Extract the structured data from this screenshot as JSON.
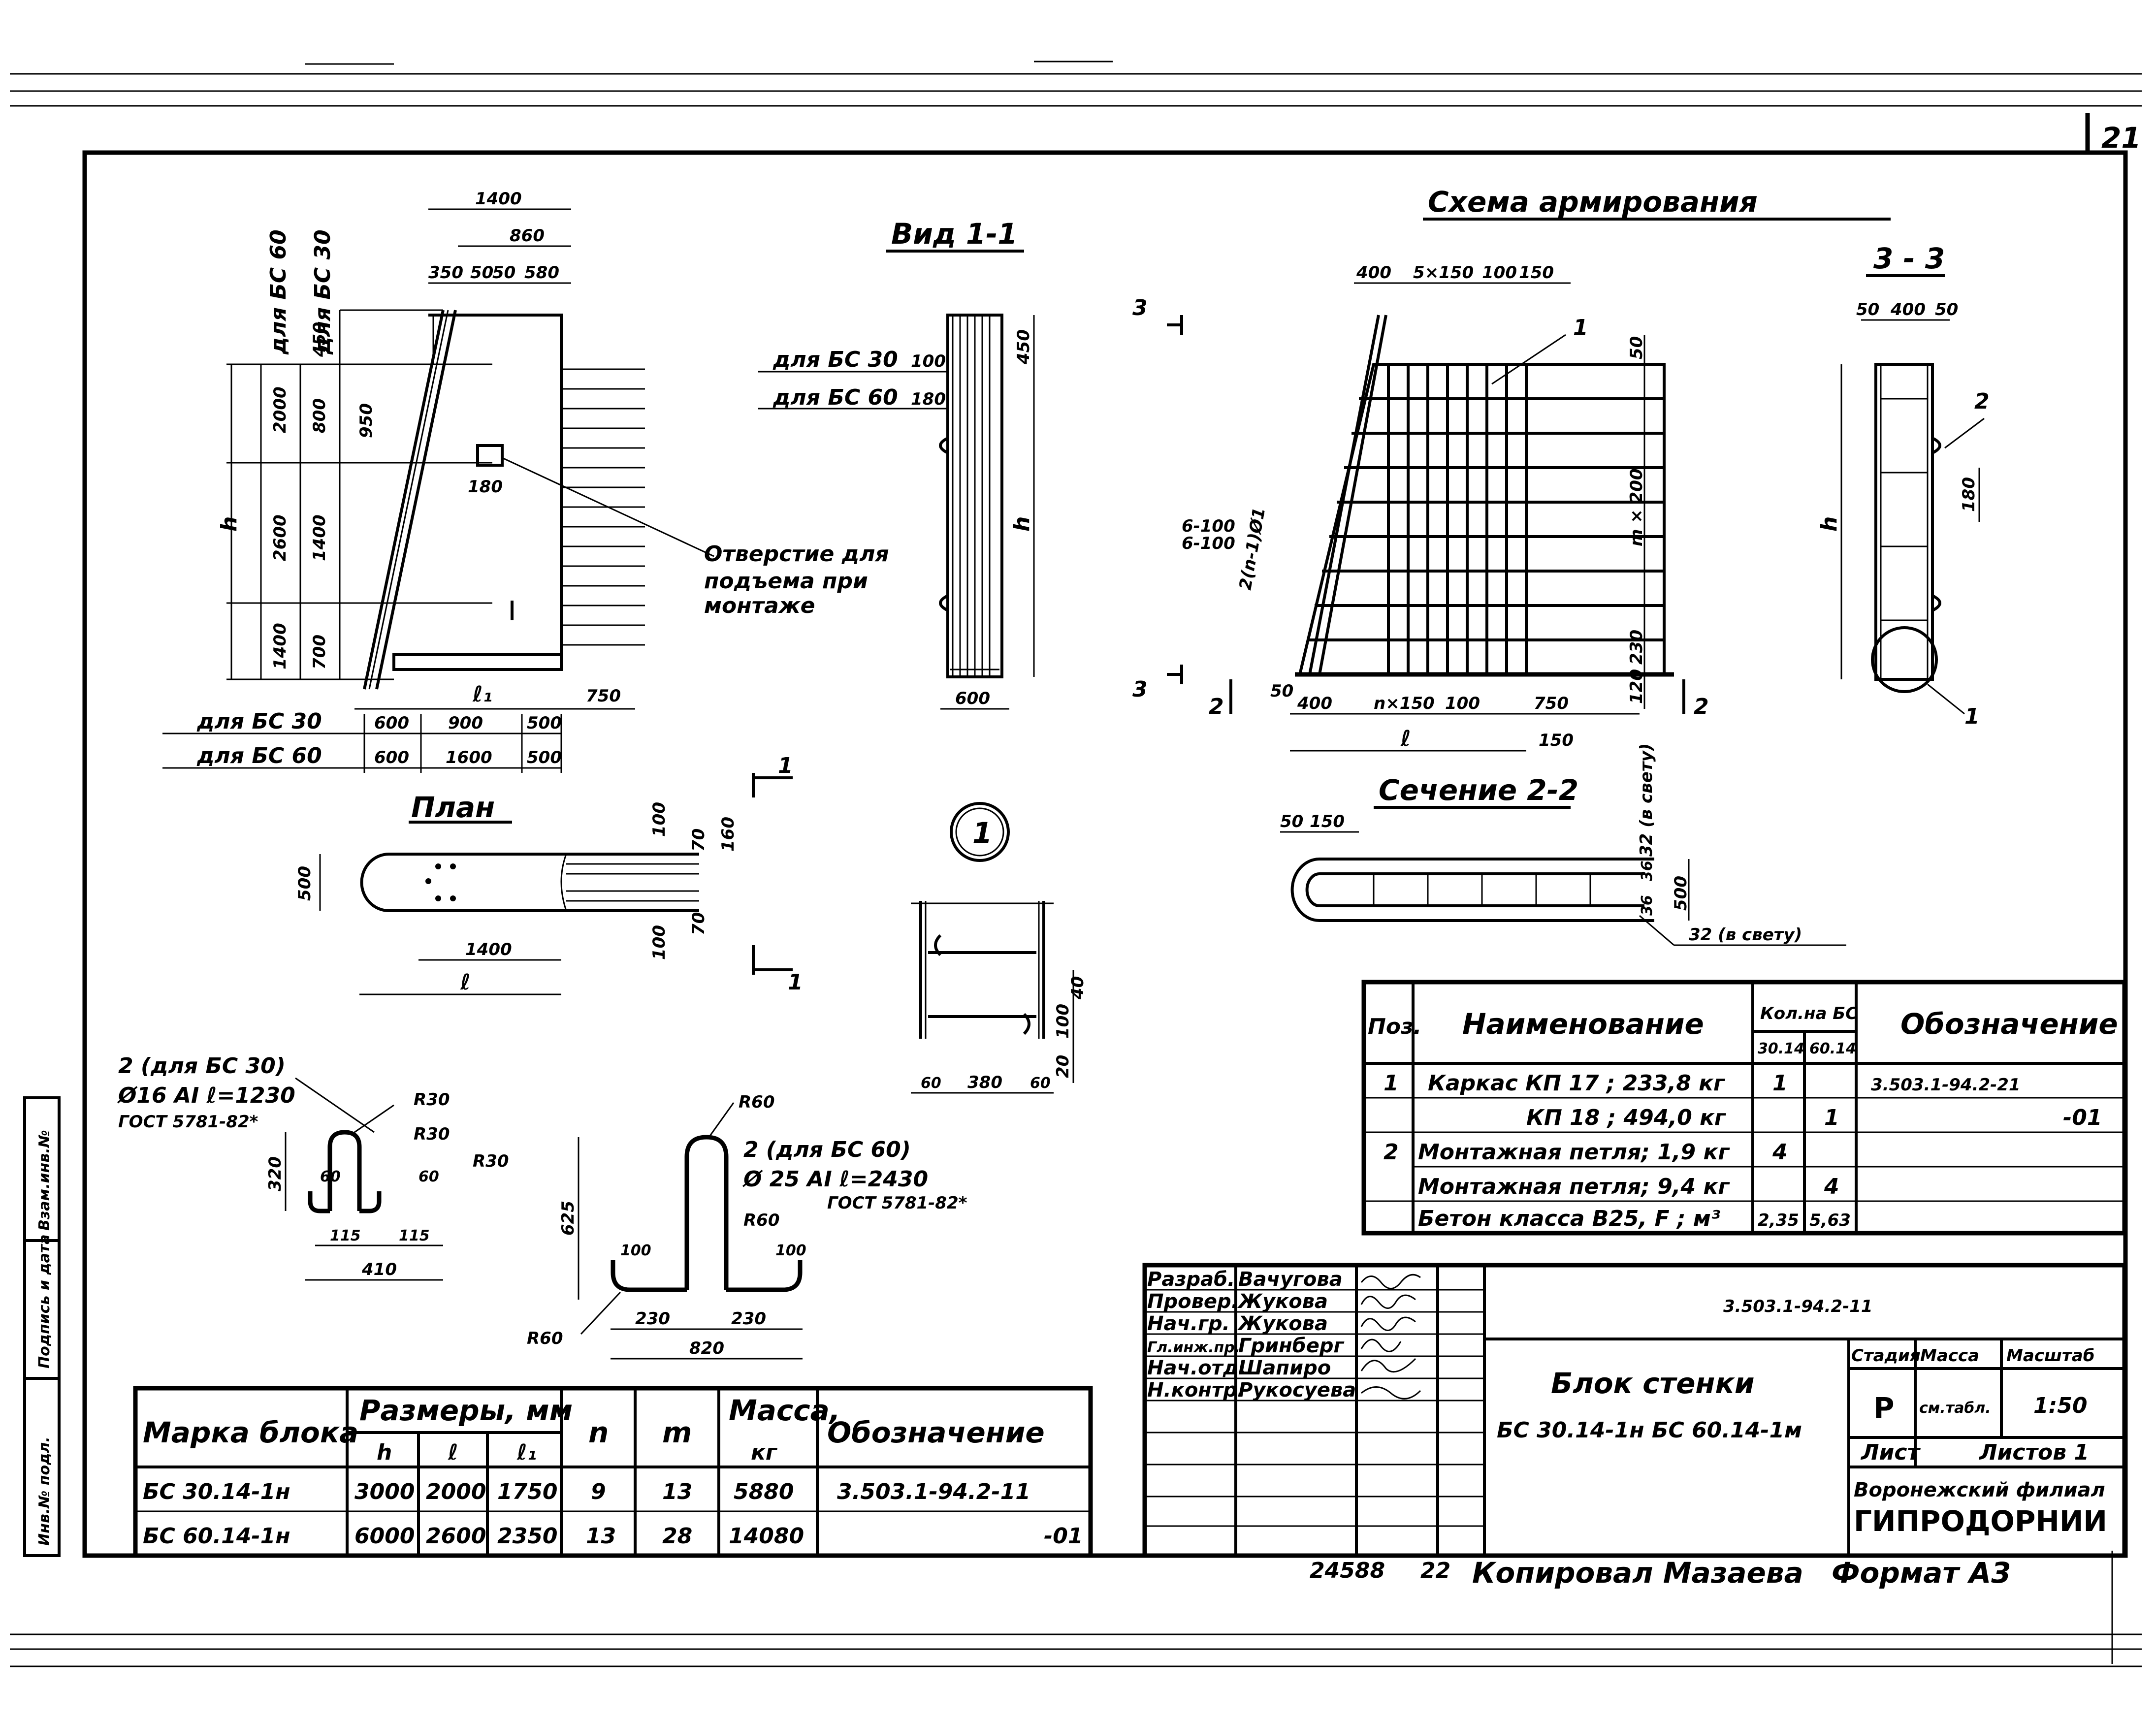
{
  "sheet_number": "21",
  "views": {
    "plan_title": "План",
    "view11_title": "Вид 1-1",
    "scheme_title": "Схема армирования",
    "section22_title": "Сечение 2-2",
    "section33_title": "3 - 3",
    "detail_callout": "1"
  },
  "elevation": {
    "dims_top": [
      "1400",
      "860",
      "350",
      "50",
      "50",
      "580"
    ],
    "col_header_60": "для БС 60",
    "col_header_30": "для БС 30",
    "dims_v60": [
      "2000",
      "2600",
      "1400"
    ],
    "dims_v30": [
      "450",
      "800",
      "1400",
      "700"
    ],
    "dim_950": "950",
    "dim_180": "180",
    "dim_h": "h",
    "dim_l1": "ℓ₁",
    "dim_750": "750",
    "row_bs30_label": "для БС 30",
    "row_bs30_values": [
      "600",
      "900",
      "500"
    ],
    "row_bs60_label": "для БС 60",
    "row_bs60_values": [
      "600",
      "1600",
      "500"
    ],
    "hole_note": [
      "Отверстие для",
      "подъема при",
      "монтаже"
    ]
  },
  "plan": {
    "dims": [
      "500",
      "1400",
      "ℓ",
      "100",
      "70",
      "160",
      "70",
      "100"
    ],
    "section_marks": [
      "1",
      "1"
    ]
  },
  "view11": {
    "label_bs30": "для БС 30",
    "label_bs30_val": "100",
    "label_bs60": "для БС 60",
    "label_bs60_val": "180",
    "dim_top": "450",
    "dim_h": "h",
    "dim_bottom": "600"
  },
  "detail1": {
    "dims": [
      "380",
      "60",
      "60",
      "40",
      "100",
      "20"
    ]
  },
  "scheme": {
    "dims_top": [
      "400",
      "5×150",
      "100",
      "150"
    ],
    "pos1": "1",
    "dims_right": [
      "50",
      "m × 200",
      "230",
      "120"
    ],
    "left_notes": [
      "6-100",
      "6-100",
      "2(n-1)Ø1"
    ],
    "dims_bottom": [
      "50",
      "400",
      "n×150",
      "100",
      "750",
      "150",
      "ℓ"
    ],
    "section_marks": [
      "3",
      "3",
      "2",
      "2"
    ]
  },
  "section22": {
    "dims": [
      "50",
      "150",
      "32 (в свету)",
      "36",
      "36",
      "500",
      "32 (в свету)"
    ]
  },
  "section33": {
    "dims": [
      "50",
      "400",
      "50",
      "180",
      "h"
    ],
    "pos": [
      "2",
      "1"
    ]
  },
  "loop30": {
    "title": "2 (для БС 30)",
    "spec1": "Ø16 АI ℓ=1230",
    "spec2": "ГОСТ 5781-82*",
    "dims": [
      "R30",
      "R30",
      "R30",
      "320",
      "60",
      "60",
      "115",
      "115",
      "410"
    ]
  },
  "loop60": {
    "title": "2 (для БС 60)",
    "spec1": "Ø 25 АI ℓ=2430",
    "spec2": "ГОСТ 5781-82*",
    "dims": [
      "R60",
      "R60",
      "R60",
      "625",
      "100",
      "100",
      "230",
      "230",
      "820"
    ]
  },
  "spec_table": {
    "headers": {
      "pos": "Поз.",
      "name": "Наименование",
      "qty": "Кол.на БС",
      "qty30": "30.14",
      "qty60": "60.14",
      "designation": "Обозначение"
    },
    "rows": [
      {
        "pos": "1",
        "name": "Каркас КП 17 ; 233,8 кг",
        "q30": "1",
        "q60": "",
        "des": "3.503.1-94.2-21"
      },
      {
        "pos": "",
        "name": "КП 18 ; 494,0 кг",
        "q30": "",
        "q60": "1",
        "des": "-01"
      },
      {
        "pos": "2",
        "name": "Монтажная петля; 1,9 кг",
        "q30": "4",
        "q60": "",
        "des": ""
      },
      {
        "pos": "",
        "name": "Монтажная петля; 9,4 кг",
        "q30": "",
        "q60": "4",
        "des": ""
      },
      {
        "pos": "",
        "name": "Бетон класса В25, F ; м³",
        "q30": "2,35",
        "q60": "5,63",
        "des": ""
      }
    ]
  },
  "block_table": {
    "headers": {
      "mark": "Марка блока",
      "dims": "Размеры, мм",
      "h": "h",
      "l": "ℓ",
      "l1": "ℓ₁",
      "n": "n",
      "m": "m",
      "mass": "Масса,",
      "mass_unit": "кг",
      "designation": "Обозначение"
    },
    "rows": [
      {
        "mark": "БС 30.14-1н",
        "h": "3000",
        "l": "2000",
        "l1": "1750",
        "n": "9",
        "m": "13",
        "mass": "5880",
        "des": "3.503.1-94.2-11"
      },
      {
        "mark": "БС 60.14-1н",
        "h": "6000",
        "l": "2600",
        "l1": "2350",
        "n": "13",
        "m": "28",
        "mass": "14080",
        "des": "-01"
      }
    ]
  },
  "title_block": {
    "doc_code": "3.503.1-94.2-11",
    "roles": [
      "Разраб.",
      "Провер.",
      "Нач.гр.",
      "Гл.инж.пр.",
      "Нач.отд.",
      "Н.контр."
    ],
    "names": [
      "Вачугова",
      "Жукова",
      "Жукова",
      "Гринберг",
      "Шапиро",
      "Рукосуева"
    ],
    "title": "Блок стенки",
    "subtitle": "БС 30.14-1н   БС 60.14-1м",
    "stage_header": "Стадия",
    "mass_header": "Масса",
    "scale_header": "Масштаб",
    "stage": "Р",
    "mass": "см.табл.",
    "scale": "1:50",
    "sheet_label": "Лист",
    "sheets_label": "Листов 1",
    "org1": "Воронежский филиал",
    "org2": "ГИПРОДОРНИИ"
  },
  "stamps": {
    "inv_no": "Инв.№ подл.",
    "sign_date": "Подпись и дата",
    "replace_inv": "Взам.инв.№"
  },
  "footer": {
    "number": "24588",
    "num2": "22",
    "copied": "Копировал Мазаева",
    "format": "Формат А3"
  }
}
